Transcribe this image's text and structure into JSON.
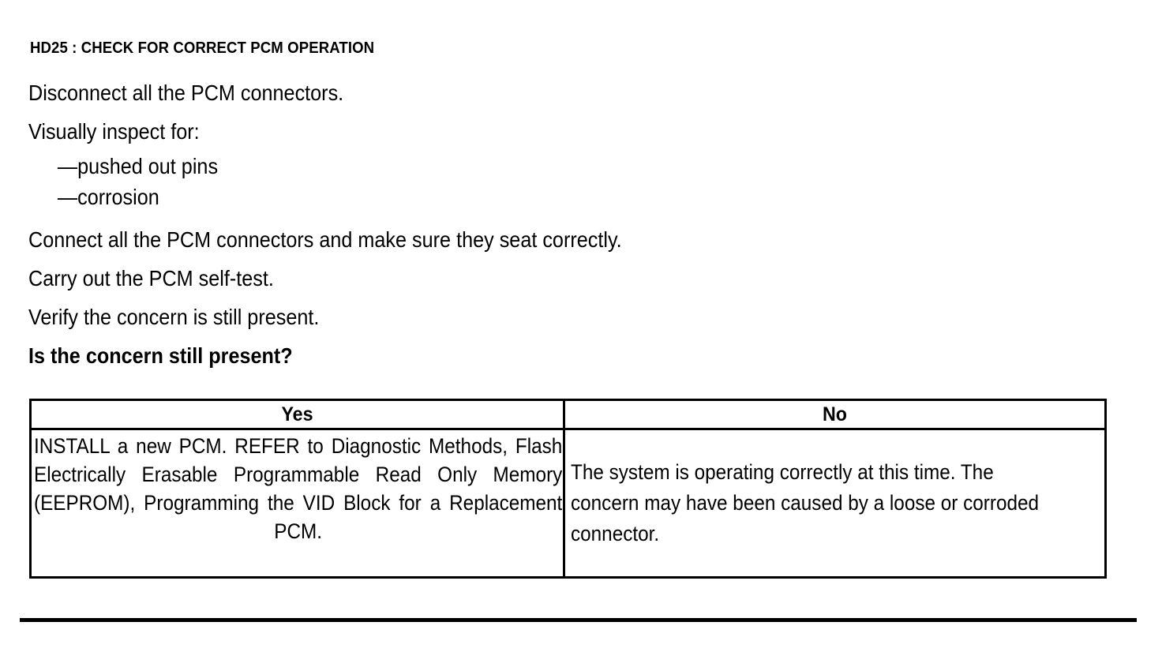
{
  "document": {
    "title": "HD25 : CHECK FOR CORRECT PCM OPERATION",
    "steps": [
      "Disconnect all the PCM connectors.",
      "Visually inspect for:"
    ],
    "sub_items": [
      "—pushed out pins",
      "—corrosion"
    ],
    "steps_after": [
      "Connect all the PCM connectors and make sure they seat correctly.",
      "Carry out the PCM self-test.",
      "Verify the concern is still present."
    ],
    "question": "Is the concern still present?"
  },
  "decision_table": {
    "headers": {
      "yes": "Yes",
      "no": "No"
    },
    "cells": {
      "yes": "INSTALL a new PCM. REFER to Diagnostic Methods, Flash Electrically Erasable Programmable Read Only Memory (EEPROM), Programming the VID Block for a Replacement PCM.",
      "no": "The system is operating correctly at this time. The concern may have been caused by a loose or corroded connector."
    }
  },
  "colors": {
    "ink": "#000000",
    "paper": "#ffffff"
  }
}
